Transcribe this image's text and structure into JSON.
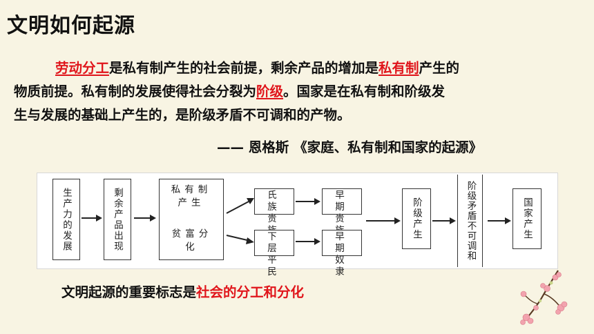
{
  "title": "文明如何起源",
  "quote": {
    "p1_red": "劳动分工",
    "p1_rest": "是私有制产生的社会前提，剩余产品的增加是",
    "p1_red2": "私有制",
    "p1_tail": "产生的",
    "p2_a": "物质前提。私有制的发展使得社会分裂为",
    "p2_red": "阶级",
    "p2_b": "。国家是在私有制和阶级发",
    "p3": "生与发展的基础上产生的，是阶级矛盾不可调和的产物。",
    "source": "——  恩格斯 《家庭、私有制和国家的起源》"
  },
  "diagram": {
    "box1": "生产力的发展",
    "box2": "剩余产品出现",
    "box3_top": "私有制产生",
    "box3_bottom": "贫富分化",
    "box4_top": "氏族贵族",
    "box4_bottom": "下层平民",
    "box5_top": "早期贵族",
    "box5_bottom": "早期奴隶",
    "box6": "阶级产生",
    "box7": "阶级矛盾不可调和",
    "box8": "国家产生"
  },
  "bottom": {
    "text": "文明起源的重要标志是",
    "red": "社会的分工和分化"
  },
  "colors": {
    "accent_red": "#e0151b",
    "background": "#f8f4e3"
  }
}
